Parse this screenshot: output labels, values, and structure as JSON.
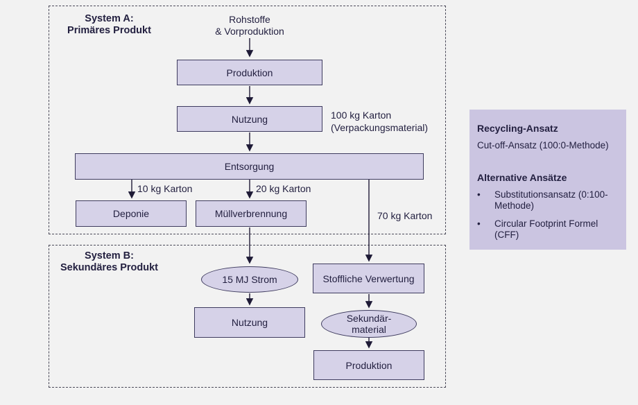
{
  "colors": {
    "canvas_bg": "#f2f2f2",
    "node_fill": "#d6d2e8",
    "node_border": "#3e3b5e",
    "panel_fill": "#cbc5e1",
    "text_dark": "#232040",
    "arrow": "#1e1a36",
    "boundary": "#4a4958"
  },
  "diagram": {
    "system_a": {
      "title_line1": "System A:",
      "title_line2": "Primäres Produkt",
      "input_line1": "Rohstoffe",
      "input_line2": "& Vorproduktion",
      "nodes": {
        "produktion": "Produktion",
        "nutzung": "Nutzung",
        "entsorgung": "Entsorgung",
        "deponie": "Deponie",
        "muellverbrennung": "Müllverbrennung"
      },
      "flows": {
        "functional_unit_line1": "100 kg Karton",
        "functional_unit_line2": "(Verpackungsmaterial)",
        "to_deponie": "10 kg Karton",
        "to_muellverbrennung": "20 kg Karton",
        "to_verwertung": "70 kg Karton"
      }
    },
    "system_b": {
      "title_line1": "System B:",
      "title_line2": "Sekundäres Produkt",
      "nodes": {
        "strom": "15 MJ Strom",
        "nutzung": "Nutzung",
        "stoffliche_verwertung": "Stoffliche Verwertung",
        "sekundaermaterial_line1": "Sekundär-",
        "sekundaermaterial_line2": "material",
        "produktion": "Produktion"
      }
    }
  },
  "panel": {
    "heading_recycling": "Recycling-Ansatz",
    "recycling_method": "Cut-off-Ansatz (100:0-Methode)",
    "heading_alternatives": "Alternative Ansätze",
    "bullet_glyph": "•",
    "bullets": [
      "Substitutionsansatz (0:100-Methode)",
      "Circular Footprint Formel (CFF)"
    ]
  }
}
